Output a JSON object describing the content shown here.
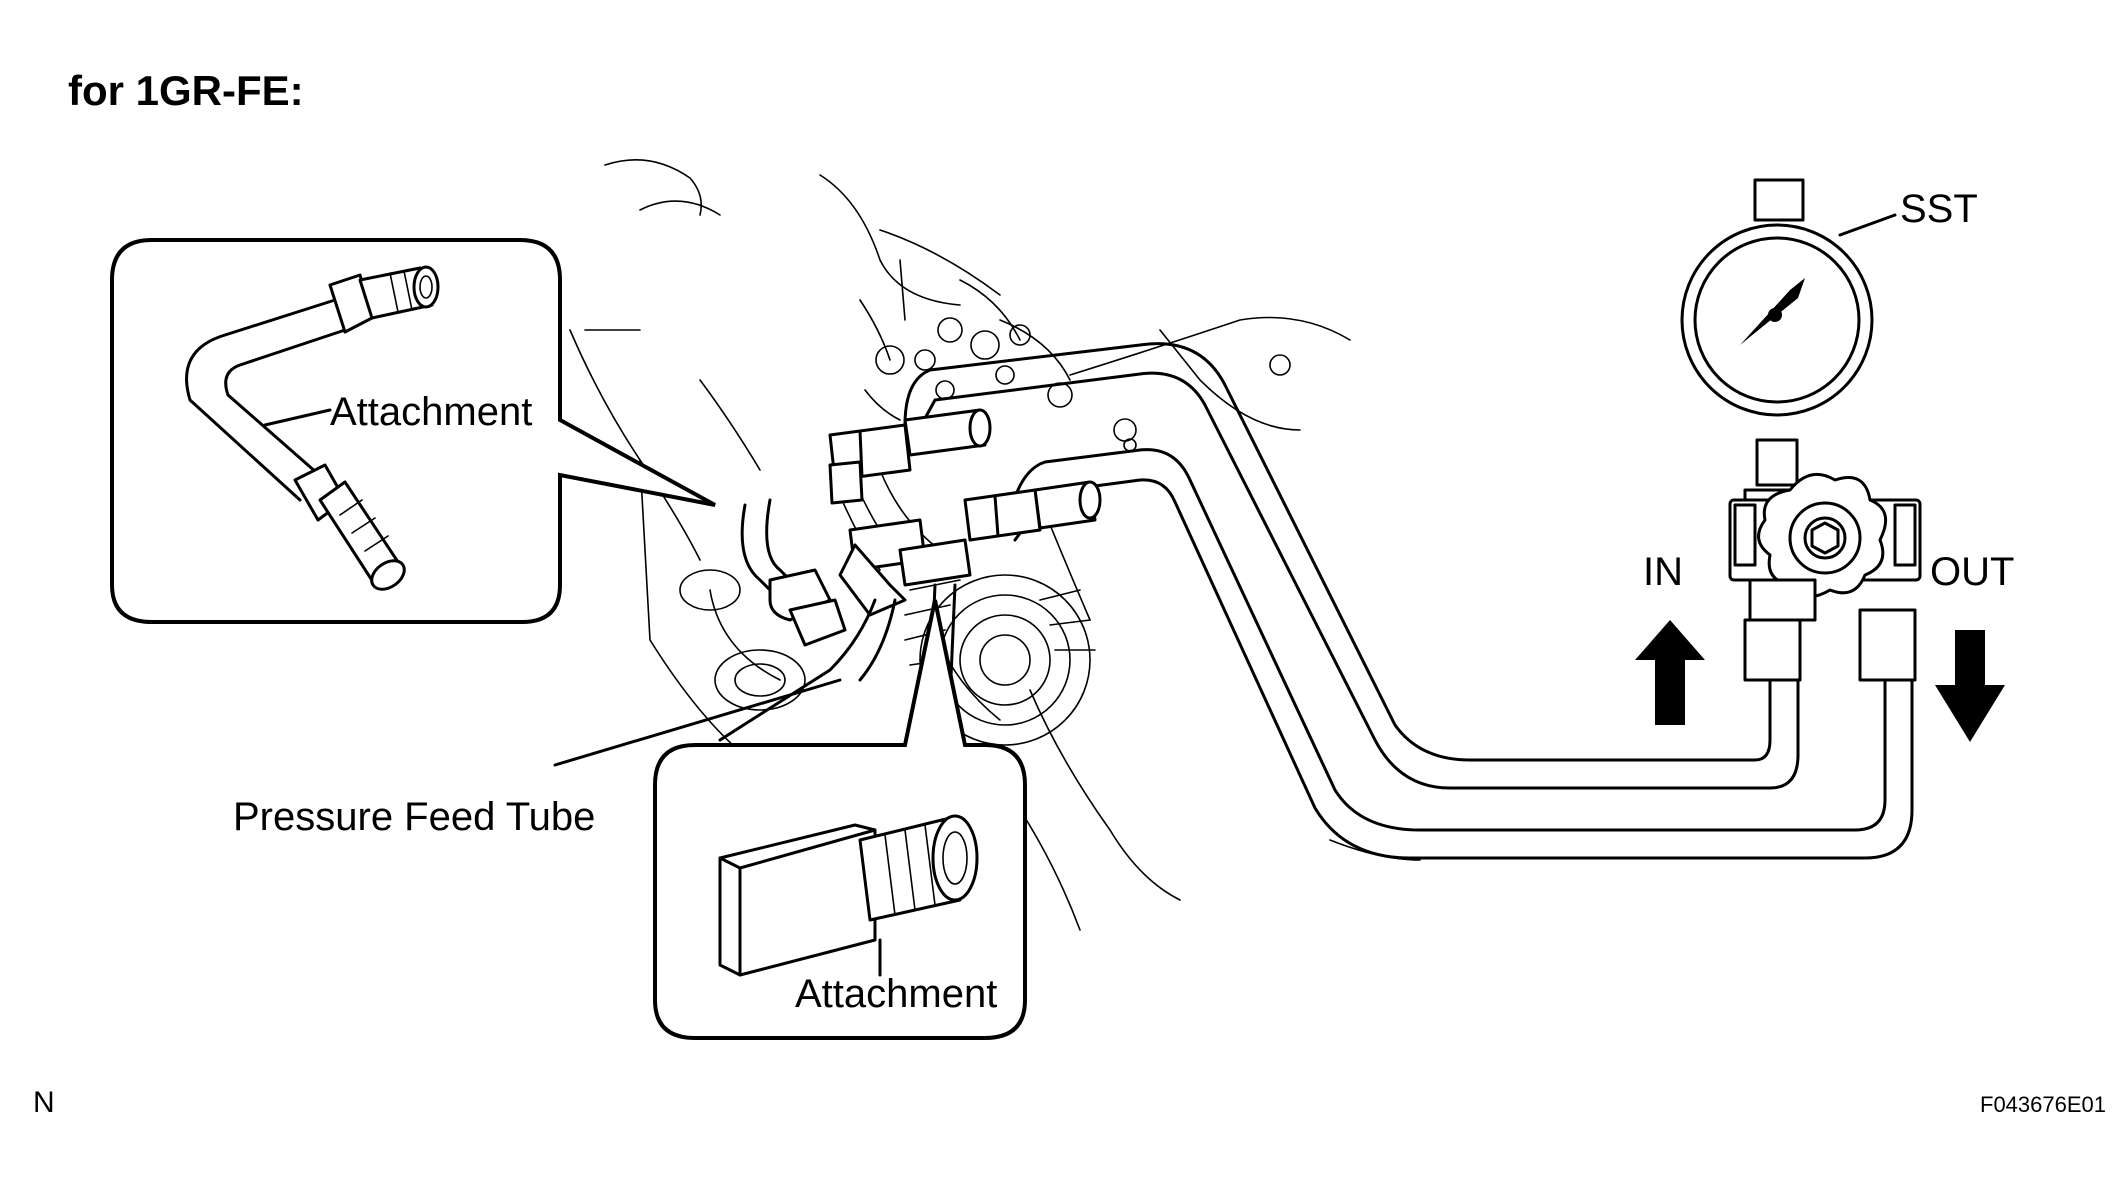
{
  "heading": "for 1GR-FE:",
  "labels": {
    "sst": "SST",
    "attachment_top": "Attachment",
    "attachment_bottom": "Attachment",
    "pressure_feed_tube": "Pressure Feed Tube",
    "in": "IN",
    "out": "OUT"
  },
  "corner_letter": "N",
  "figure_code": "F043676E01"
}
